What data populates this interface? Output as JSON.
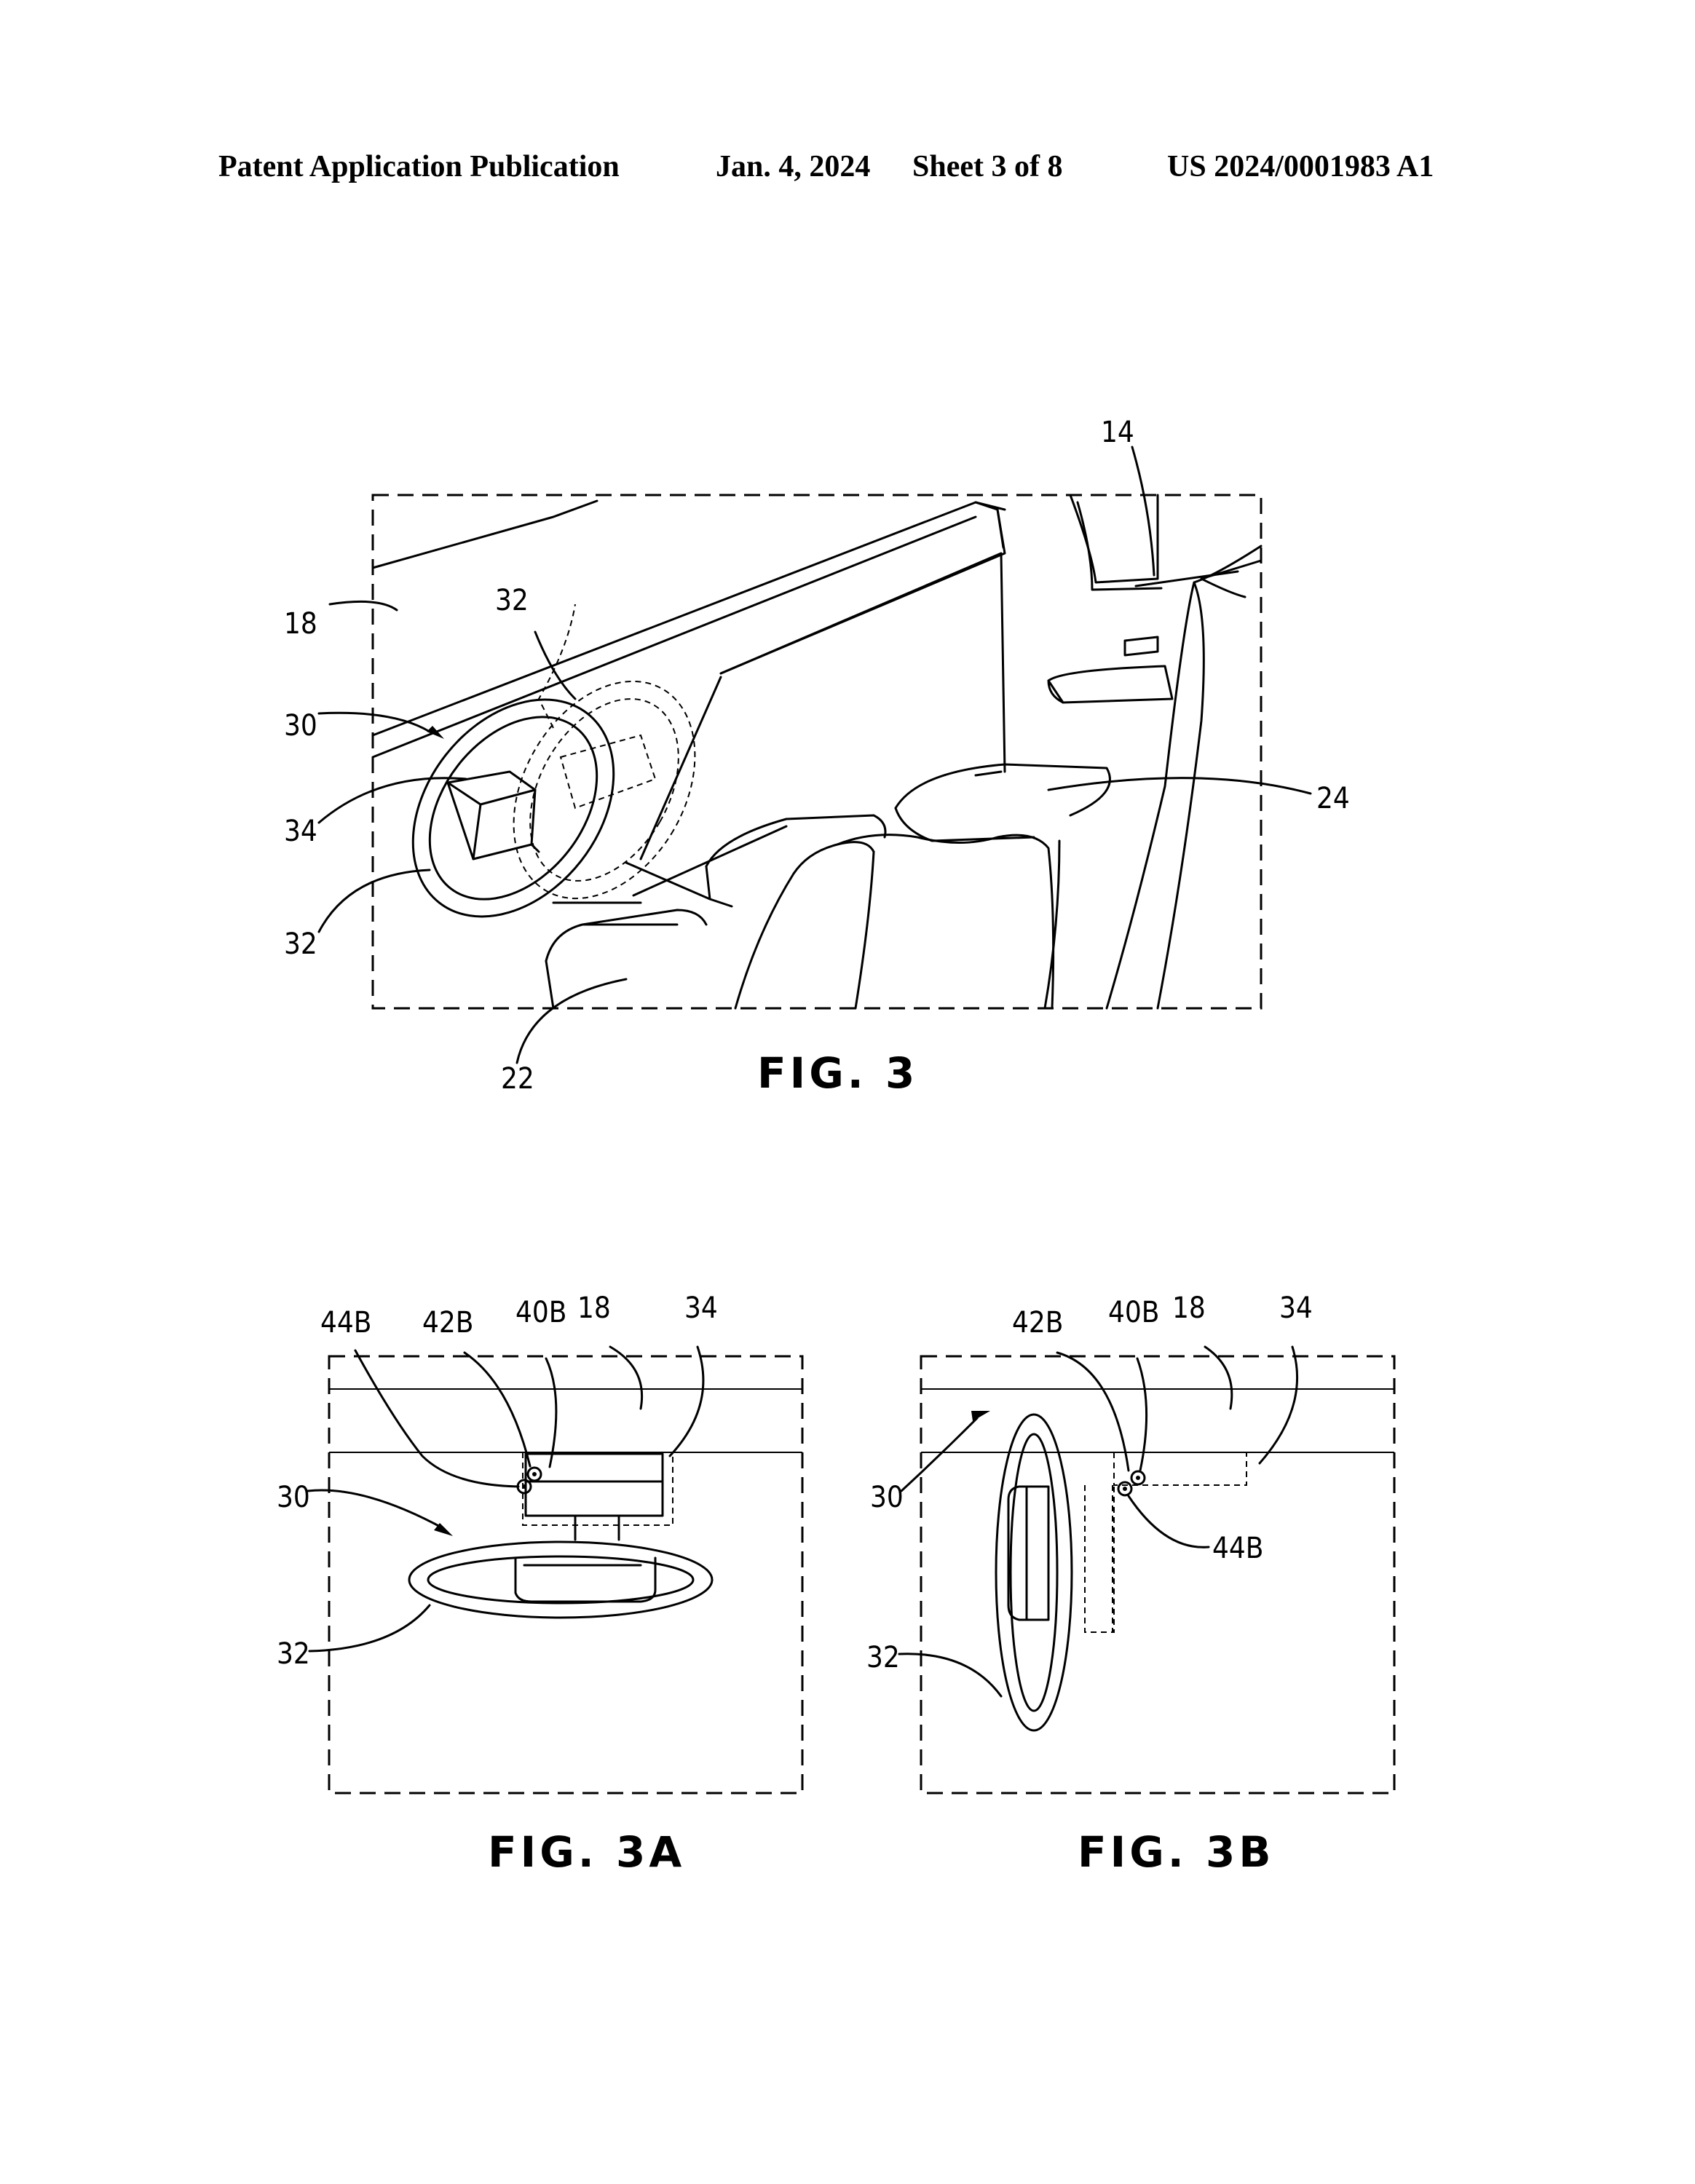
{
  "header": {
    "publication": "Patent Application Publication",
    "date": "Jan. 4, 2024",
    "sheet": "Sheet 3 of 8",
    "number": "US 2024/0001983 A1"
  },
  "fig3": {
    "caption": "FIG. 3",
    "labels": {
      "l14": "14",
      "l18": "18",
      "l32a": "32",
      "l30": "30",
      "l34": "34",
      "l32b": "32",
      "l24": "24",
      "l22": "22"
    }
  },
  "fig3a": {
    "caption": "FIG. 3A",
    "labels": {
      "l44b": "44B",
      "l42b": "42B",
      "l40b": "40B",
      "l18": "18",
      "l34": "34",
      "l30": "30",
      "l32": "32"
    }
  },
  "fig3b": {
    "caption": "FIG. 3B",
    "labels": {
      "l42b": "42B",
      "l40b": "40B",
      "l18": "18",
      "l34": "34",
      "l30": "30",
      "l44b": "44B",
      "l32": "32"
    }
  }
}
